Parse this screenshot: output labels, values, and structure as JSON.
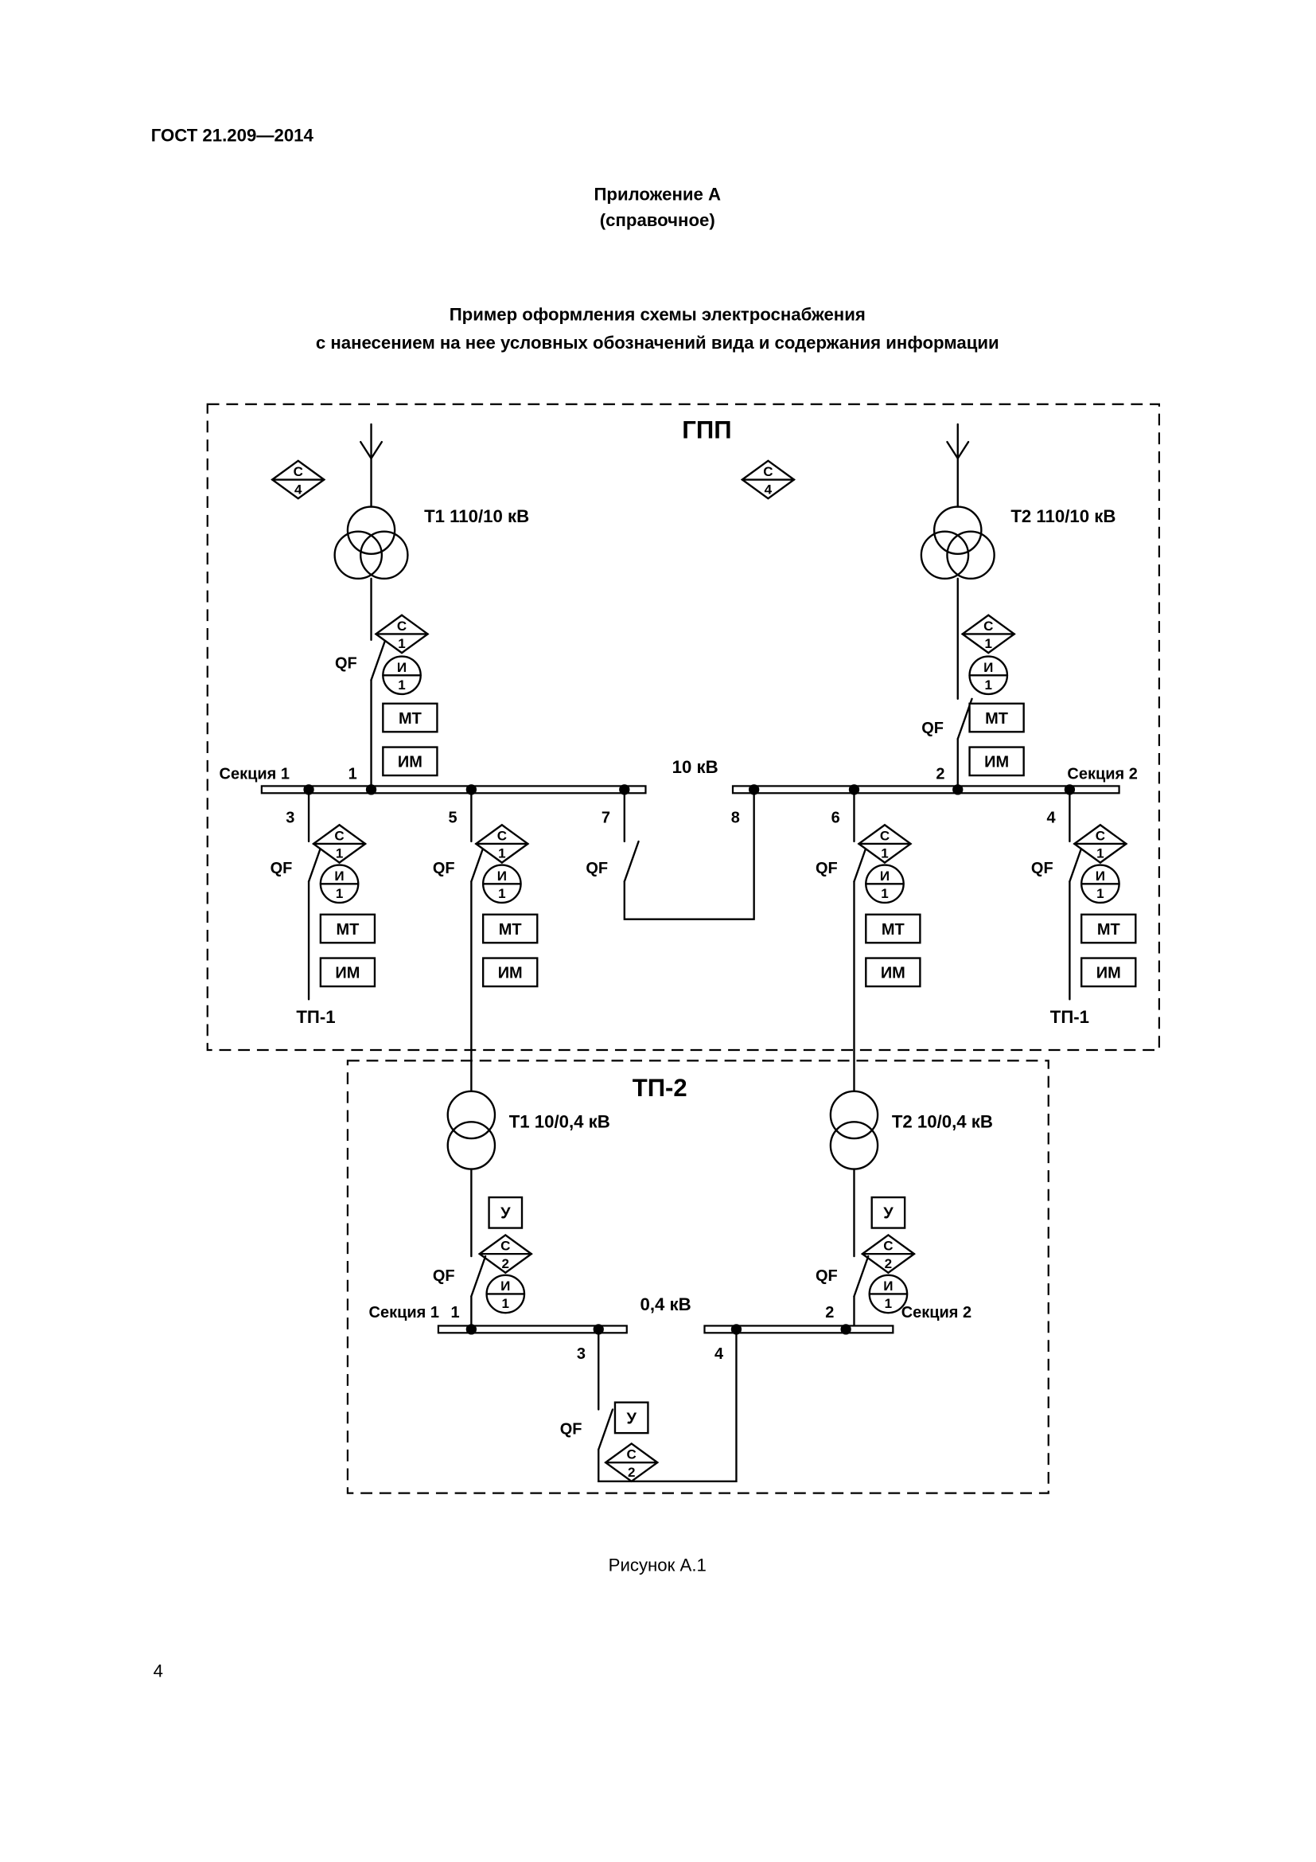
{
  "page": {
    "doc_number": "ГОСТ 21.209—2014",
    "appendix": "Приложение А",
    "appendix_note": "(справочное)",
    "title_line1": "Пример оформления схемы электроснабжения",
    "title_line2": "с нанесением на нее условных обозначений вида и содержания информации",
    "figure_caption": "Рисунок А.1",
    "page_number": "4"
  },
  "symbols": {
    "qf": "QF",
    "mt": "МТ",
    "im": "ИМ",
    "u": "У",
    "c": "С",
    "i": "И"
  },
  "numbers": {
    "n1": "1",
    "n2": "2",
    "n3": "3",
    "n4": "4",
    "n5": "5",
    "n6": "6",
    "n7": "7",
    "n8": "8"
  },
  "gpp": {
    "title": "ГПП",
    "t1": "Т1 110/10 кВ",
    "t2": "Т2 110/10 кВ",
    "section1": "Секция 1",
    "section2": "Секция 2",
    "voltage": "10 кВ",
    "tp_left": "ТП-1",
    "tp_right": "ТП-1"
  },
  "tp2": {
    "title": "ТП-2",
    "t1": "Т1 10/0,4 кВ",
    "t2": "Т2 10/0,4 кВ",
    "section1": "Секция 1",
    "section2": "Секция 2",
    "voltage": "0,4 кВ"
  }
}
